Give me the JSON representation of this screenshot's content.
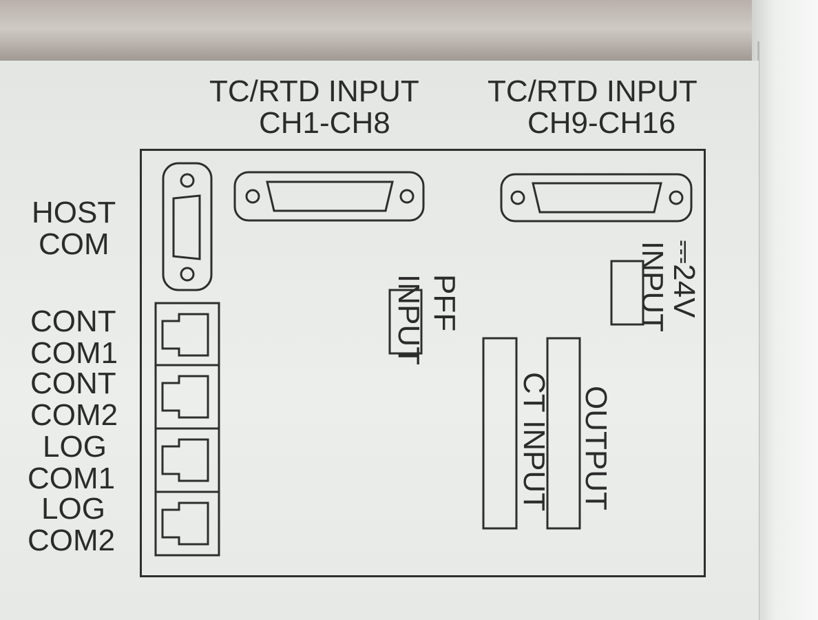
{
  "labels": {
    "tc_rtd_ch1_ch8_line1": "TC/RTD  INPUT",
    "tc_rtd_ch1_ch8_line2": "CH1-CH8",
    "tc_rtd_ch9_ch16_line1": "TC/RTD  INPUT",
    "tc_rtd_ch9_ch16_line2": "CH9-CH16",
    "host_com_line1": "HOST",
    "host_com_line2": "COM",
    "cont_com1_line1": "CONT",
    "cont_com1_line2": "COM1",
    "cont_com2_line1": "CONT",
    "cont_com2_line2": "COM2",
    "log_com1_line1": "LOG",
    "log_com1_line2": "COM1",
    "log_com2_line1": "LOG",
    "log_com2_line2": "COM2",
    "pff_input_line1": "PFF",
    "pff_input_line2": "INPUT",
    "dc24v_input_line1": "⎓24V",
    "dc24v_input_line2": "INPUT",
    "ct_input": "CT INPUT",
    "output": "OUTPUT"
  },
  "colors": {
    "ink": "#2b2b2b",
    "plate": "#e9ece9",
    "metal": "#b9b1aa"
  }
}
